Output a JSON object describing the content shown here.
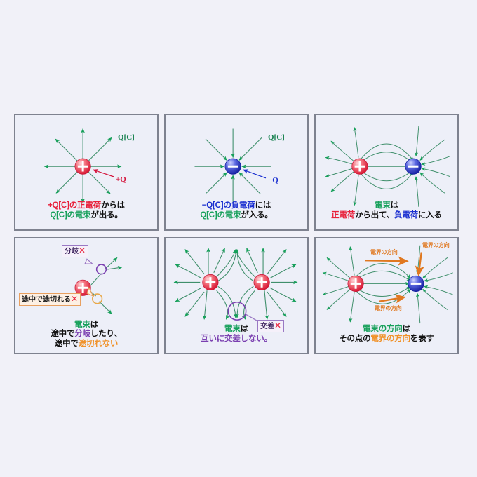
{
  "page": {
    "background_color": "#f1f1f8",
    "panel_border_color": "#7e828f",
    "panel_fill_color": "#edeff8"
  },
  "colors": {
    "green": "#16a05a",
    "red": "#e8203a",
    "blue": "#1a2fd0",
    "purple": "#7a3fb0",
    "orange": "#f0922a",
    "black": "#111111",
    "positive_charge": "#e8415a",
    "negative_charge": "#3a44c8"
  },
  "panels": [
    {
      "id": "panel-positive-charge",
      "labels": [
        {
          "name": "flux-label-qc",
          "text": "Q[C]",
          "color": "green"
        },
        {
          "name": "charge-label-plus-q",
          "text": "+Q",
          "color": "red"
        }
      ],
      "caption_lines": [
        [
          {
            "text": "+Q[C]の正電荷",
            "color": "red"
          },
          {
            "text": "からは",
            "color": "black"
          }
        ],
        [
          {
            "text": "Q[C]の電束",
            "color": "green"
          },
          {
            "text": "が出る。",
            "color": "black"
          }
        ]
      ]
    },
    {
      "id": "panel-negative-charge",
      "labels": [
        {
          "name": "flux-label-qc",
          "text": "Q[C]",
          "color": "green"
        },
        {
          "name": "charge-label-minus-q",
          "text": "−Q",
          "color": "blue"
        }
      ],
      "caption_lines": [
        [
          {
            "text": "−Q[C]の負電荷",
            "color": "blue"
          },
          {
            "text": "には",
            "color": "black"
          }
        ],
        [
          {
            "text": "Q[C]の電束",
            "color": "green"
          },
          {
            "text": "が入る。",
            "color": "black"
          }
        ]
      ]
    },
    {
      "id": "panel-dipole-flux",
      "labels": [],
      "caption_lines": [
        [
          {
            "text": "電束",
            "color": "green"
          },
          {
            "text": "は",
            "color": "black"
          }
        ],
        [
          {
            "text": "正電荷",
            "color": "red"
          },
          {
            "text": "から出て、",
            "color": "black"
          },
          {
            "text": "負電荷",
            "color": "blue"
          },
          {
            "text": "に入る",
            "color": "black"
          }
        ]
      ]
    },
    {
      "id": "panel-no-branch-no-break",
      "callouts": [
        {
          "name": "callout-branch",
          "text": "分岐",
          "mark": "✕",
          "style": "purple"
        },
        {
          "name": "callout-break",
          "text": "途中で途切れる",
          "mark": "✕",
          "style": "orange"
        }
      ],
      "caption_lines": [
        [
          {
            "text": "電束",
            "color": "green"
          },
          {
            "text": "は",
            "color": "black"
          }
        ],
        [
          {
            "text": "途中で",
            "color": "black"
          },
          {
            "text": "分岐",
            "color": "purple"
          },
          {
            "text": "したり、",
            "color": "black"
          }
        ],
        [
          {
            "text": "途中で",
            "color": "black"
          },
          {
            "text": "途切れない",
            "color": "orange"
          }
        ]
      ]
    },
    {
      "id": "panel-no-crossing",
      "callouts": [
        {
          "name": "callout-cross",
          "text": "交差",
          "mark": "✕",
          "style": "purple"
        }
      ],
      "caption_lines": [
        [
          {
            "text": "電束",
            "color": "green"
          },
          {
            "text": "は",
            "color": "black"
          }
        ],
        [
          {
            "text": "互いに交差しない。",
            "color": "purple"
          }
        ]
      ]
    },
    {
      "id": "panel-field-direction",
      "labels": [
        {
          "name": "field-direction-label-top",
          "text": "電界の方向",
          "color": "orange"
        },
        {
          "name": "field-direction-label-right",
          "text": "電界の方向",
          "color": "orange"
        },
        {
          "name": "field-direction-label-bottom",
          "text": "電界の方向",
          "color": "orange"
        }
      ],
      "caption_lines": [
        [
          {
            "text": "電束の方向",
            "color": "green"
          },
          {
            "text": "は",
            "color": "black"
          }
        ],
        [
          {
            "text": "その点の",
            "color": "black"
          },
          {
            "text": "電界の方向",
            "color": "orange"
          },
          {
            "text": "を表す",
            "color": "black"
          }
        ]
      ]
    }
  ]
}
